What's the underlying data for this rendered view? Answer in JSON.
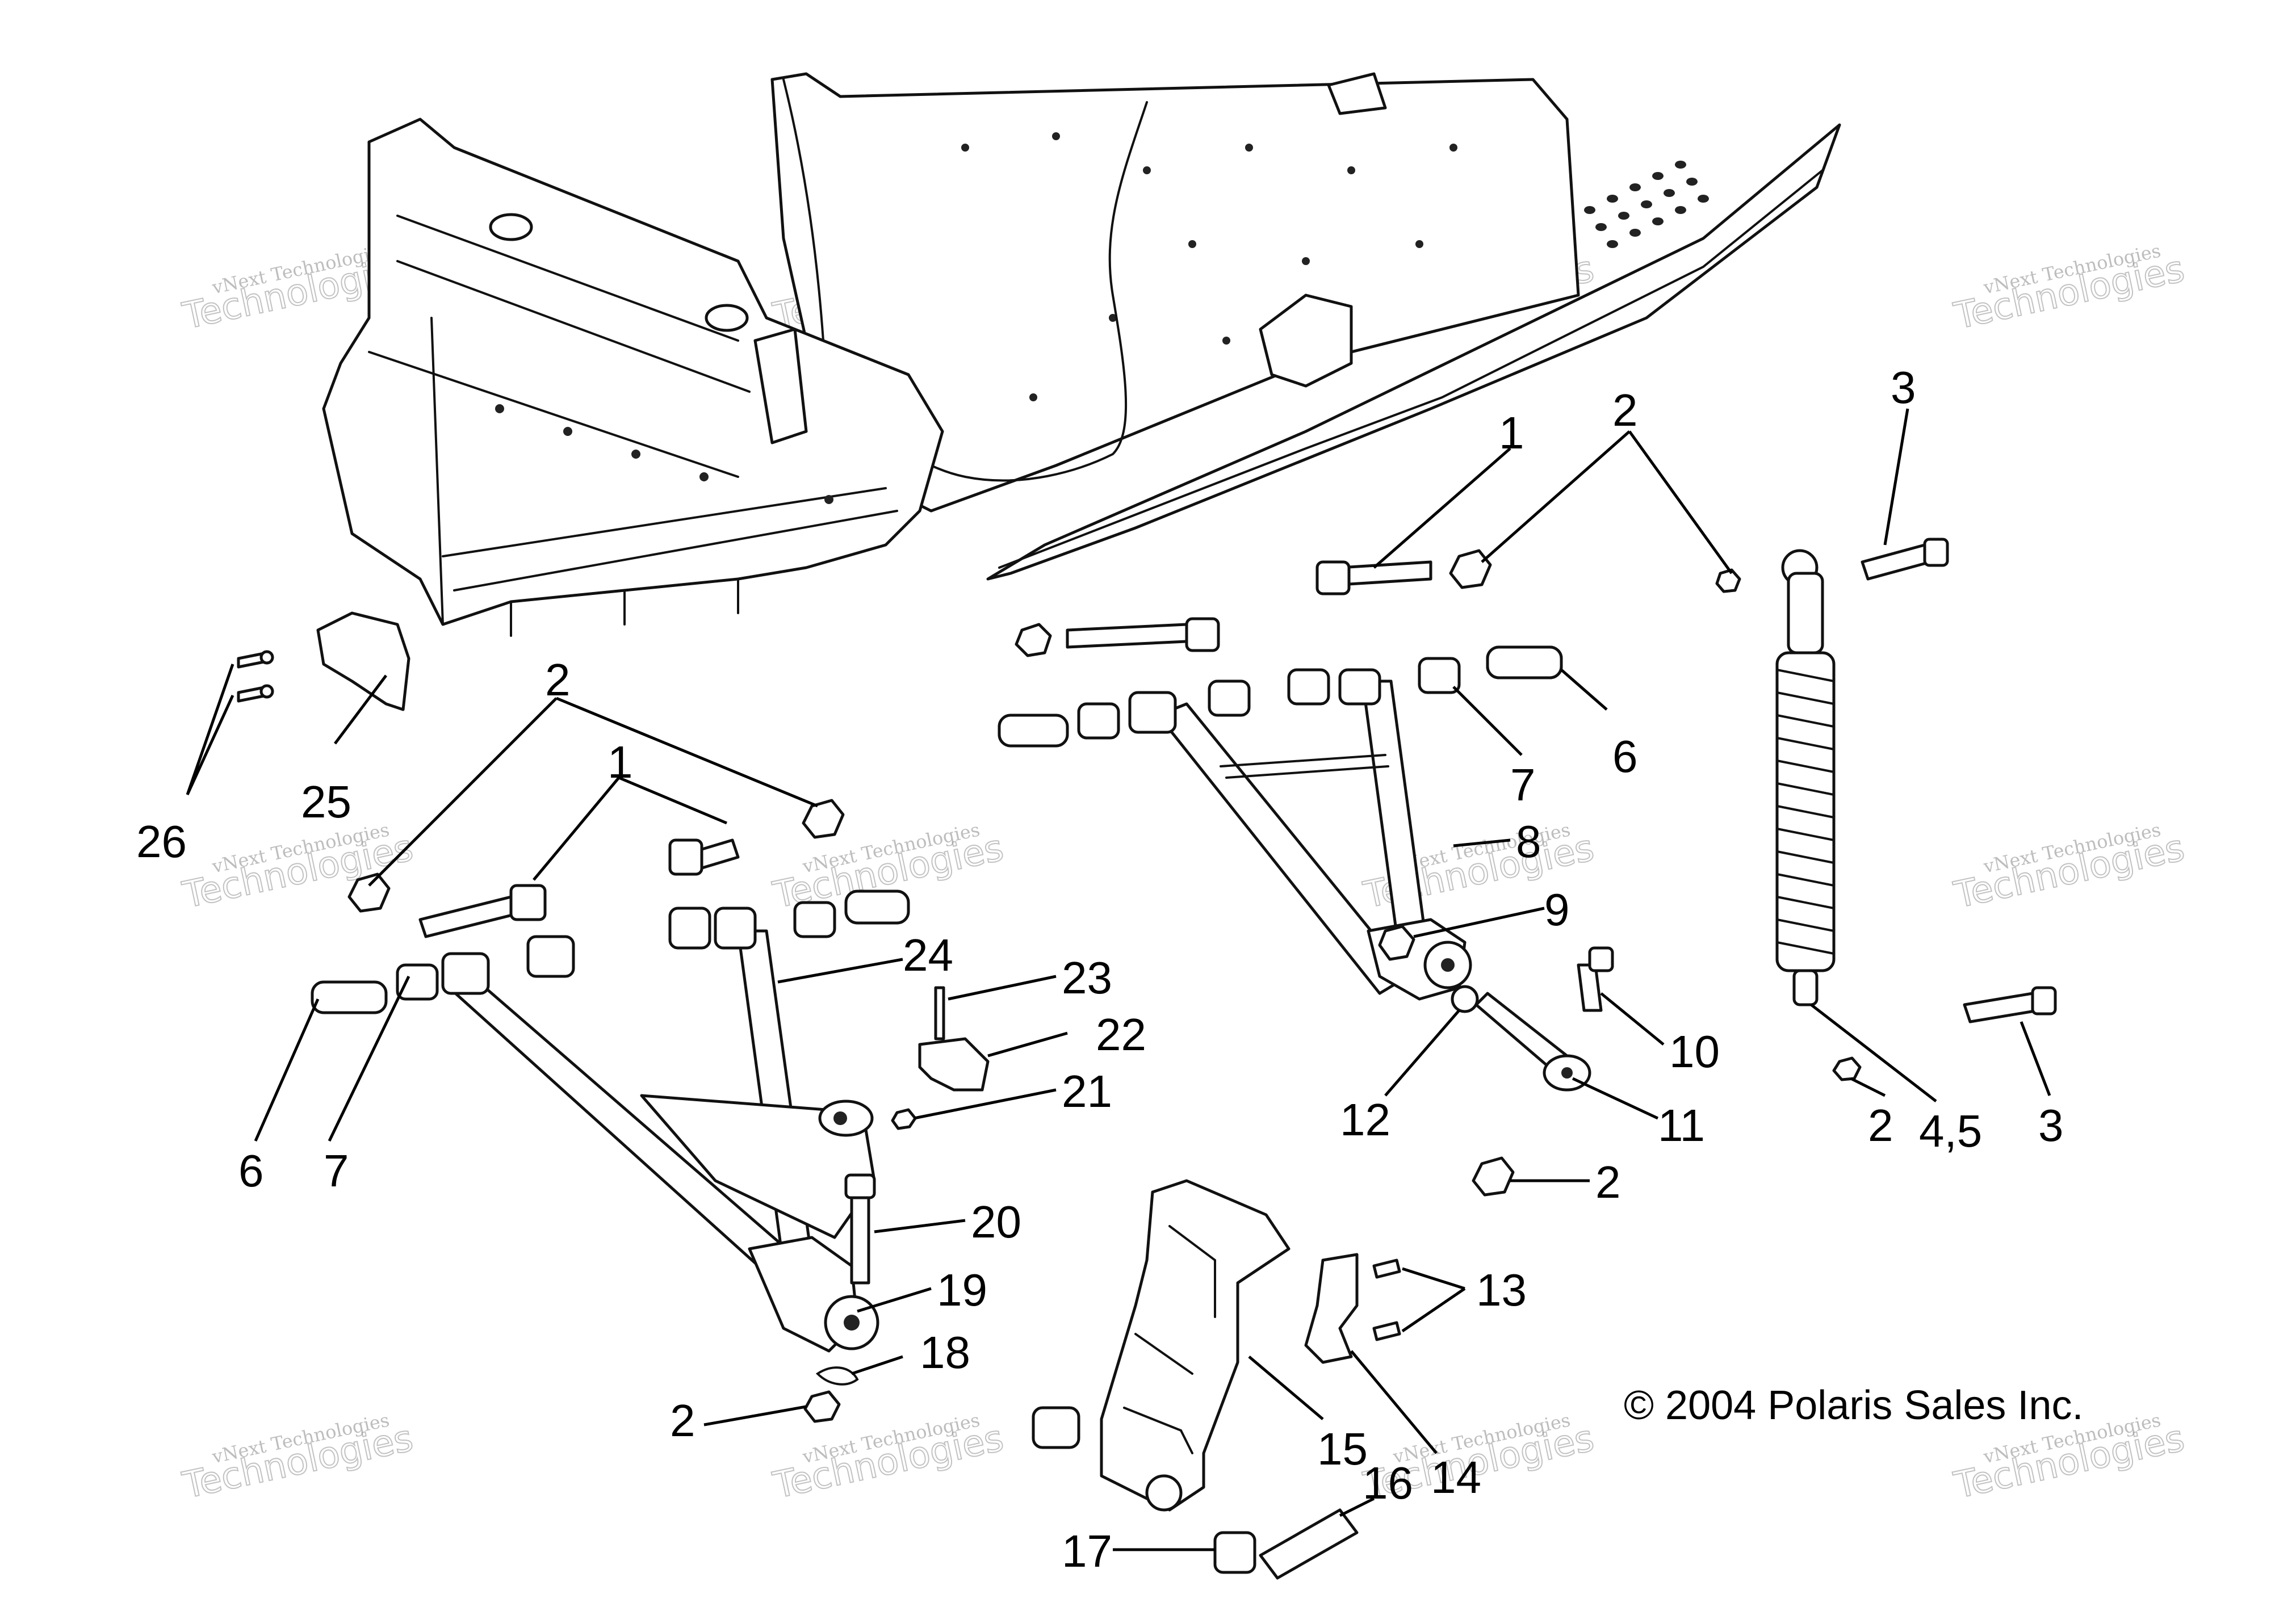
{
  "diagram": {
    "copyright": "© 2004 Polaris Sales Inc.",
    "watermark": {
      "line1": "vNext Technologies",
      "line2": "Technologies"
    },
    "callouts": [
      {
        "id": "c1a",
        "text": "1"
      },
      {
        "id": "c1b",
        "text": "1"
      },
      {
        "id": "c2a",
        "text": "2"
      },
      {
        "id": "c2b",
        "text": "2"
      },
      {
        "id": "c2c",
        "text": "2"
      },
      {
        "id": "c2d",
        "text": "2"
      },
      {
        "id": "c2e",
        "text": "2"
      },
      {
        "id": "c3a",
        "text": "3"
      },
      {
        "id": "c3b",
        "text": "3"
      },
      {
        "id": "c45",
        "text": "4,5"
      },
      {
        "id": "c6a",
        "text": "6"
      },
      {
        "id": "c6b",
        "text": "6"
      },
      {
        "id": "c7a",
        "text": "7"
      },
      {
        "id": "c7b",
        "text": "7"
      },
      {
        "id": "c8",
        "text": "8"
      },
      {
        "id": "c9",
        "text": "9"
      },
      {
        "id": "c10",
        "text": "10"
      },
      {
        "id": "c11",
        "text": "11"
      },
      {
        "id": "c12",
        "text": "12"
      },
      {
        "id": "c13",
        "text": "13"
      },
      {
        "id": "c14",
        "text": "14"
      },
      {
        "id": "c15",
        "text": "15"
      },
      {
        "id": "c16",
        "text": "16"
      },
      {
        "id": "c17",
        "text": "17"
      },
      {
        "id": "c18",
        "text": "18"
      },
      {
        "id": "c19",
        "text": "19"
      },
      {
        "id": "c20",
        "text": "20"
      },
      {
        "id": "c21",
        "text": "21"
      },
      {
        "id": "c22",
        "text": "22"
      },
      {
        "id": "c23",
        "text": "23"
      },
      {
        "id": "c24",
        "text": "24"
      },
      {
        "id": "c25",
        "text": "25"
      },
      {
        "id": "c26",
        "text": "26"
      }
    ]
  }
}
